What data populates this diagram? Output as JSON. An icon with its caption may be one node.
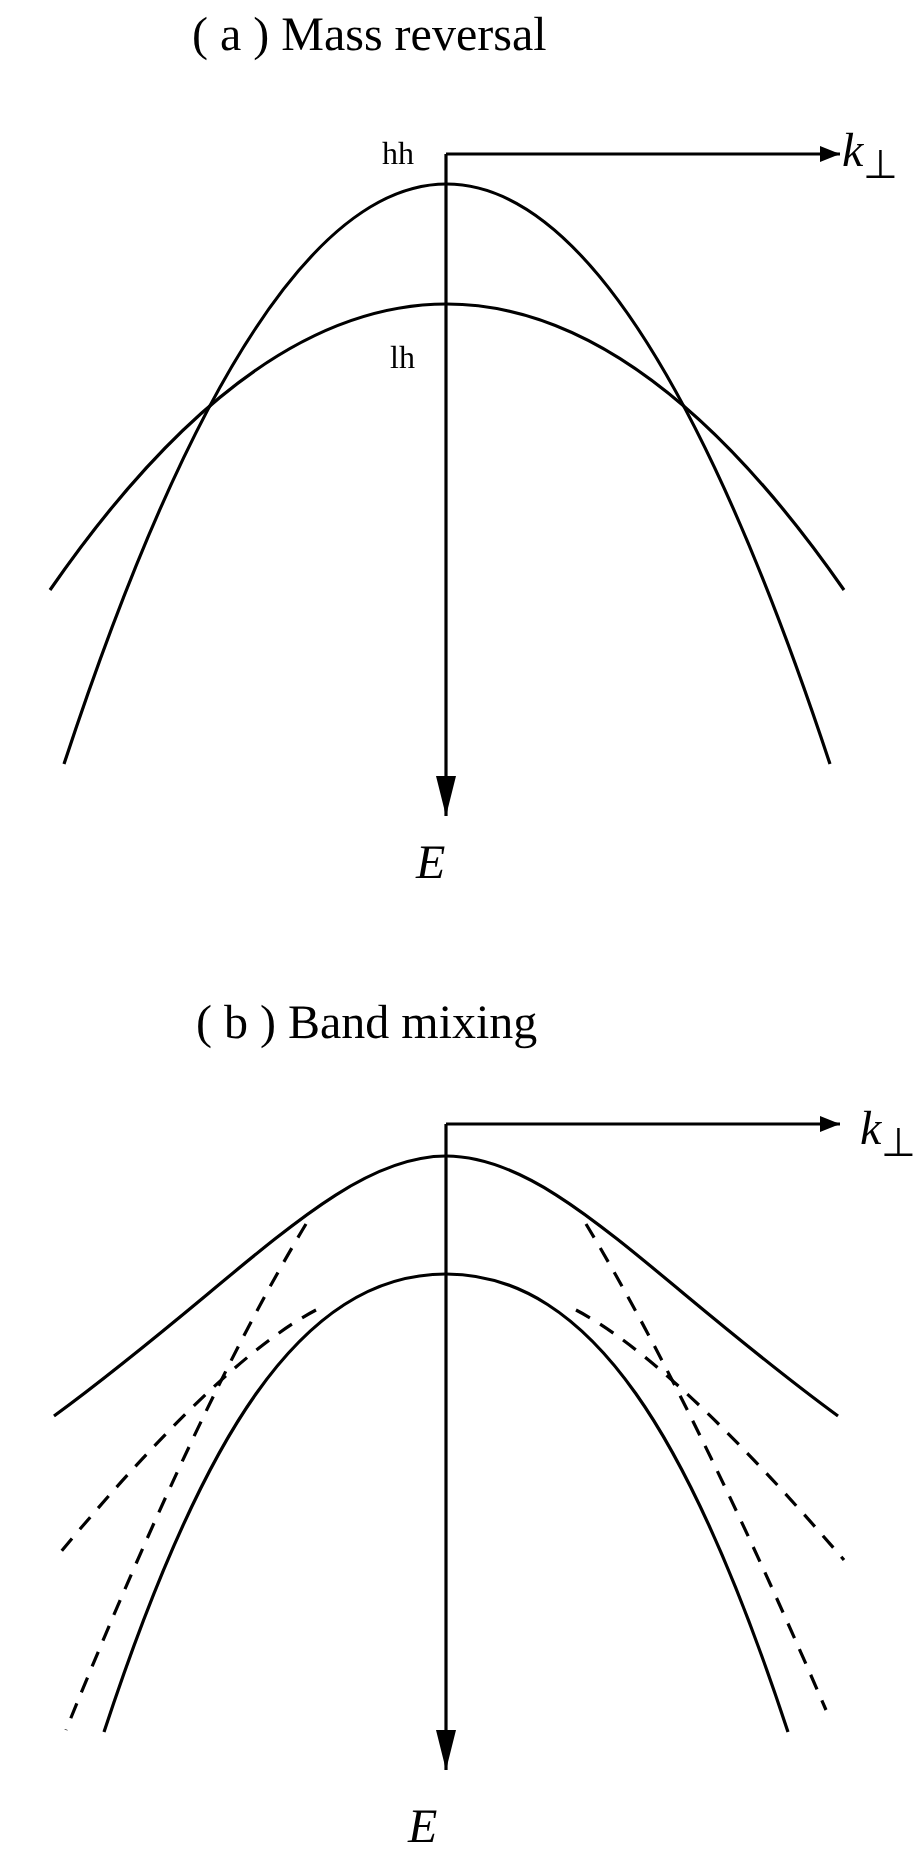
{
  "diagram": {
    "labels": [
      "( a ) Mass reversal",
      "hh",
      "*k*$_{⊥}$",
      "lh",
      "E",
      "( b ) Band mixing",
      "*k*$_{⊥}$",
      "E"
    ]
  }
}
